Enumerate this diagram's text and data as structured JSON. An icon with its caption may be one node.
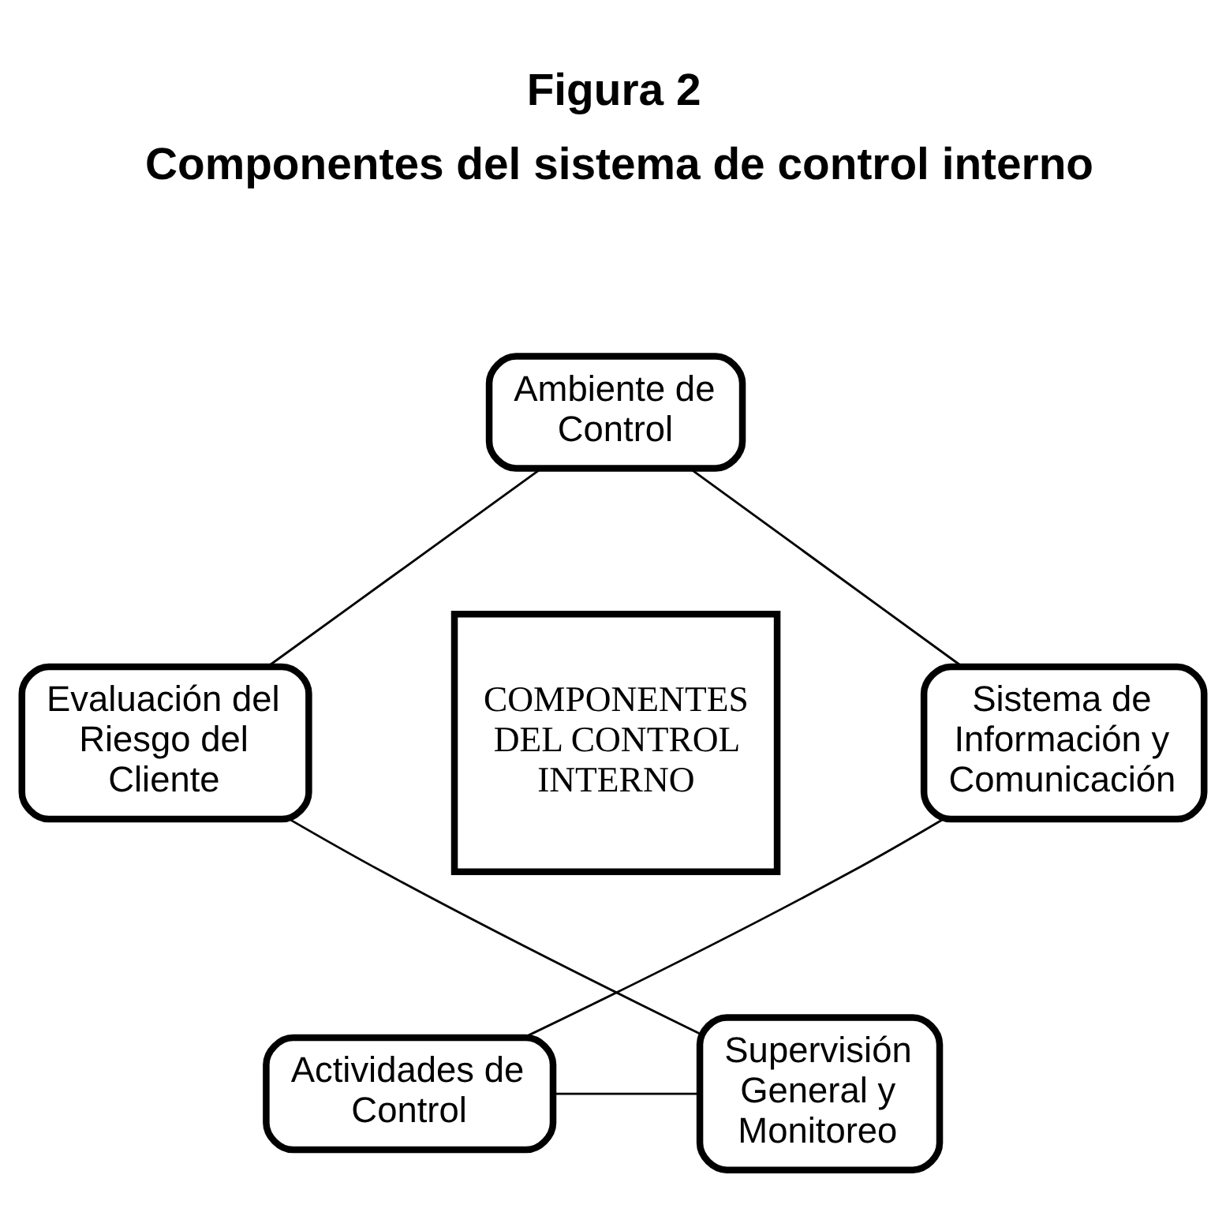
{
  "diagram": {
    "title": "Figura 2",
    "nodes": [
      {
        "text": [
          "Ambiente de Control"
        ]
      },
      {
        "text": [
          "Evaluación del Riesgo del Cliente"
        ]
      },
      {
        "text": [
          "COMPONENTES DEL CONTROL INTERNO"
        ]
      },
      {
        "text": [
          "Sistema de Información y Comunicación"
        ]
      },
      {
        "text": [
          "Supervisión General y Monitoreo"
        ]
      },
      {
        "text": [
          "Actividades de Control"
        ]
      }
    ],
    "edges": [
      {
        "from": 0,
        "to": 3,
        "arrow": "none"
      },
      {
        "from": 3,
        "to": 5,
        "arrow": "none"
      },
      {
        "from": 5,
        "to": 4,
        "arrow": "none"
      },
      {
        "from": 4,
        "to": 1,
        "arrow": "none"
      },
      {
        "from": 1,
        "to": 0,
        "arrow": "none"
      }
    ],
    "labels": [
      "Componentes del sistema de control interno"
    ]
  }
}
